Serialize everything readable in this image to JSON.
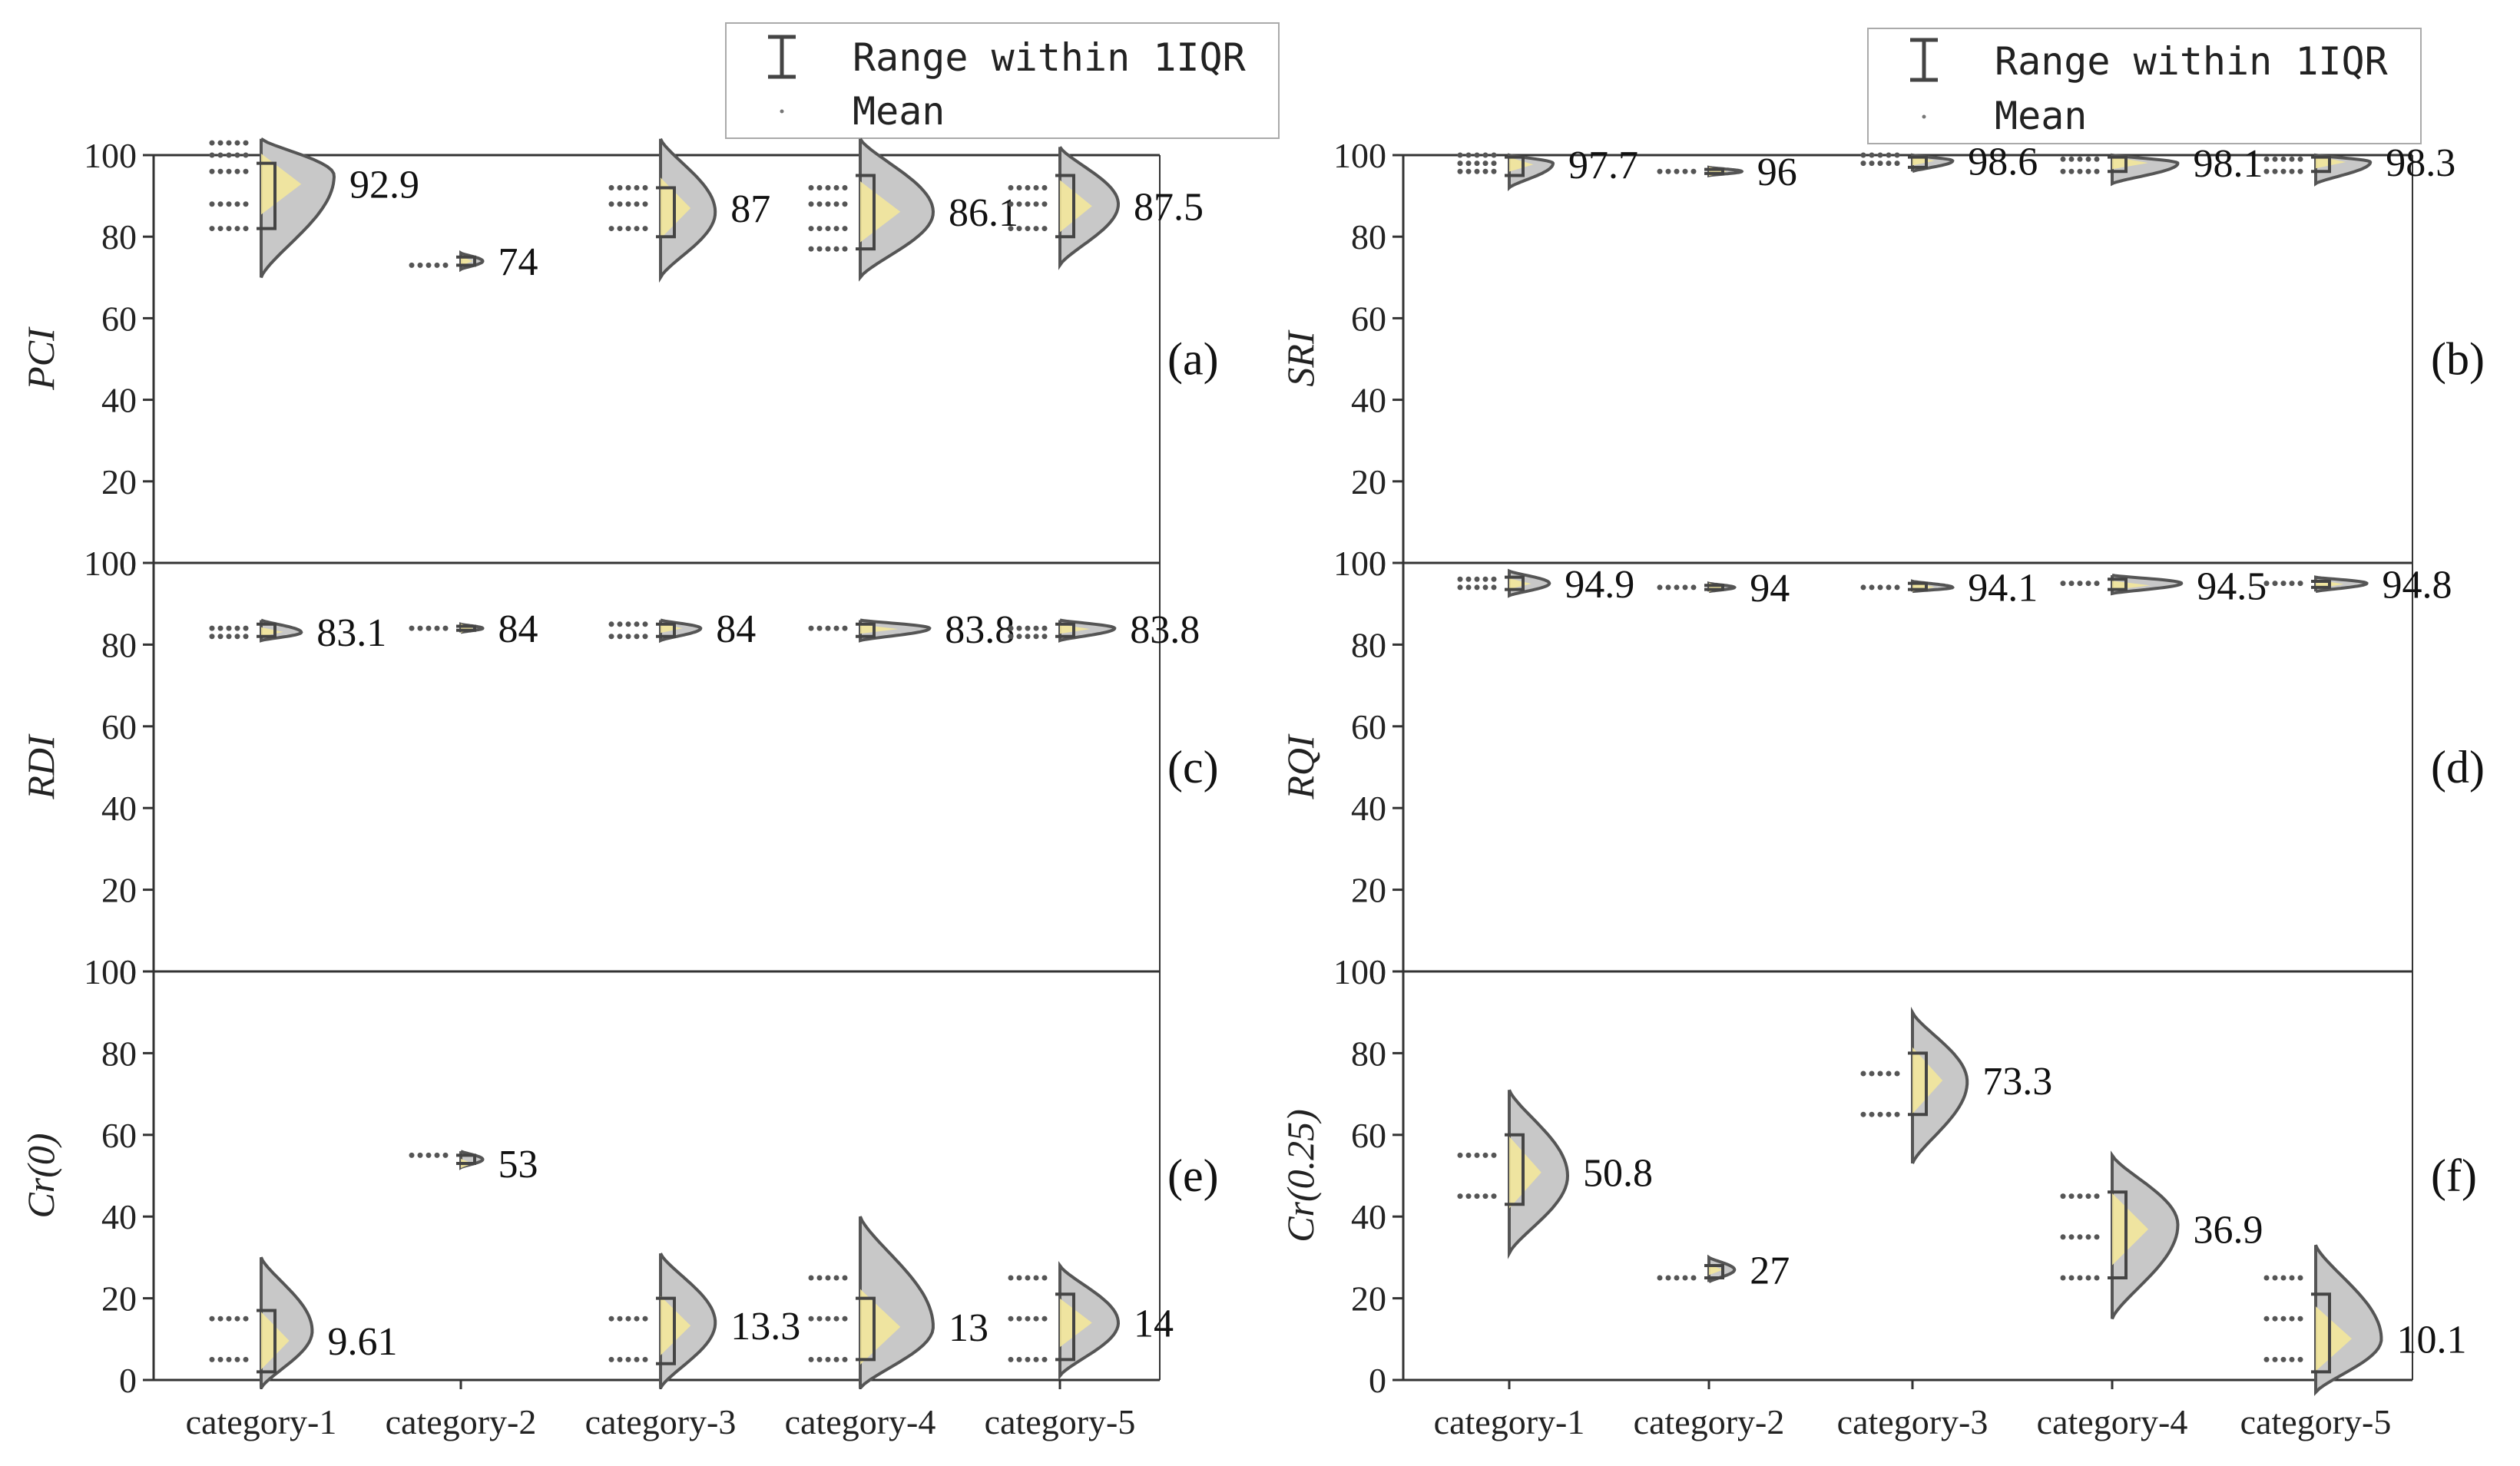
{
  "legend": {
    "range_label": "Range within 1IQR",
    "mean_label": "Mean"
  },
  "chart_data": [
    {
      "panel": "(a)",
      "type": "violin",
      "ylabel": "PCI",
      "ylim": [
        0,
        100
      ],
      "yticks": [
        "0",
        "20",
        "40",
        "60",
        "80",
        "100"
      ],
      "categories": [
        "category-1",
        "category-2",
        "category-3",
        "category-4",
        "category-5"
      ],
      "means": [
        92.9,
        74,
        87,
        86.1,
        87.5
      ],
      "mean_labels": [
        "92.9",
        "74",
        "87",
        "86.1",
        "87.5"
      ],
      "distributions": [
        {
          "min": 70,
          "max": 104,
          "q1": 82,
          "q3": 98,
          "mode": 95,
          "width": 1.0
        },
        {
          "min": 72,
          "max": 76,
          "q1": 73,
          "q3": 75,
          "mode": 74,
          "width": 0.3
        },
        {
          "min": 70,
          "max": 104,
          "q1": 80,
          "q3": 92,
          "mode": 86,
          "width": 0.75
        },
        {
          "min": 70,
          "max": 104,
          "q1": 77,
          "q3": 95,
          "mode": 86,
          "width": 1.0
        },
        {
          "min": 73,
          "max": 102,
          "q1": 80,
          "q3": 95,
          "mode": 88,
          "width": 0.8
        }
      ],
      "points": [
        [
          82,
          88,
          96,
          100,
          103
        ],
        [
          73
        ],
        [
          82,
          88,
          92
        ],
        [
          77,
          82,
          88,
          92
        ],
        [
          82,
          88,
          92
        ]
      ]
    },
    {
      "panel": "(b)",
      "type": "violin",
      "ylabel": "SRI",
      "ylim": [
        0,
        100
      ],
      "yticks": [
        "0",
        "20",
        "40",
        "60",
        "80",
        "100"
      ],
      "categories": [
        "category-1",
        "category-2",
        "category-3",
        "category-4",
        "category-5"
      ],
      "means": [
        97.7,
        96,
        98.6,
        98.1,
        98.3
      ],
      "mean_labels": [
        "97.7",
        "96",
        "98.6",
        "98.1",
        "98.3"
      ],
      "distributions": [
        {
          "min": 92,
          "max": 100,
          "q1": 95,
          "q3": 99.5,
          "mode": 98,
          "width": 0.6
        },
        {
          "min": 95,
          "max": 97,
          "q1": 95.5,
          "q3": 96.5,
          "mode": 96,
          "width": 0.45
        },
        {
          "min": 96,
          "max": 100,
          "q1": 97,
          "q3": 99.5,
          "mode": 98.6,
          "width": 0.55
        },
        {
          "min": 93,
          "max": 100,
          "q1": 96,
          "q3": 99.5,
          "mode": 98,
          "width": 0.9
        },
        {
          "min": 93,
          "max": 100,
          "q1": 96,
          "q3": 99.5,
          "mode": 98.3,
          "width": 0.75
        }
      ],
      "points": [
        [
          96,
          98,
          100
        ],
        [
          96
        ],
        [
          98,
          100
        ],
        [
          96,
          99
        ],
        [
          96,
          99
        ]
      ]
    },
    {
      "panel": "(c)",
      "type": "violin",
      "ylabel": "RDI",
      "ylim": [
        0,
        100
      ],
      "yticks": [
        "0",
        "20",
        "40",
        "60",
        "80",
        "100"
      ],
      "categories": [
        "category-1",
        "category-2",
        "category-3",
        "category-4",
        "category-5"
      ],
      "means": [
        83.1,
        84,
        84,
        83.8,
        83.8
      ],
      "mean_labels": [
        "83.1",
        "84",
        "84",
        "83.8",
        "83.8"
      ],
      "distributions": [
        {
          "min": 81,
          "max": 86,
          "q1": 82,
          "q3": 85,
          "mode": 83,
          "width": 0.55
        },
        {
          "min": 83,
          "max": 85,
          "q1": 83.5,
          "q3": 84.5,
          "mode": 84,
          "width": 0.3
        },
        {
          "min": 81,
          "max": 86,
          "q1": 82,
          "q3": 85,
          "mode": 84,
          "width": 0.55
        },
        {
          "min": 81,
          "max": 86,
          "q1": 82,
          "q3": 85,
          "mode": 84,
          "width": 0.95
        },
        {
          "min": 81,
          "max": 86,
          "q1": 82,
          "q3": 85,
          "mode": 84,
          "width": 0.75
        }
      ],
      "points": [
        [
          82,
          84
        ],
        [
          84
        ],
        [
          82,
          85
        ],
        [
          84
        ],
        [
          82,
          84
        ]
      ]
    },
    {
      "panel": "(d)",
      "type": "violin",
      "ylabel": "RQI",
      "ylim": [
        0,
        100
      ],
      "yticks": [
        "0",
        "20",
        "40",
        "60",
        "80",
        "100"
      ],
      "categories": [
        "category-1",
        "category-2",
        "category-3",
        "category-4",
        "category-5"
      ],
      "means": [
        94.9,
        94,
        94.1,
        94.5,
        94.8
      ],
      "mean_labels": [
        "94.9",
        "94",
        "94.1",
        "94.5",
        "94.8"
      ],
      "distributions": [
        {
          "min": 92,
          "max": 98,
          "q1": 93.5,
          "q3": 96.5,
          "mode": 95,
          "width": 0.55
        },
        {
          "min": 93,
          "max": 95,
          "q1": 93.5,
          "q3": 94.5,
          "mode": 94,
          "width": 0.35
        },
        {
          "min": 93,
          "max": 95.5,
          "q1": 93.5,
          "q3": 95,
          "mode": 94,
          "width": 0.55
        },
        {
          "min": 92.5,
          "max": 97,
          "q1": 93.5,
          "q3": 96,
          "mode": 95,
          "width": 0.95
        },
        {
          "min": 93,
          "max": 96.5,
          "q1": 94,
          "q3": 95.5,
          "mode": 95,
          "width": 0.7
        }
      ],
      "points": [
        [
          94,
          96
        ],
        [
          94
        ],
        [
          94
        ],
        [
          95
        ],
        [
          95
        ]
      ]
    },
    {
      "panel": "(e)",
      "type": "violin",
      "ylabel": "Cr(0)",
      "ylim": [
        0,
        100
      ],
      "yticks": [
        "0",
        "20",
        "40",
        "60",
        "80",
        "100"
      ],
      "categories": [
        "category-1",
        "category-2",
        "category-3",
        "category-4",
        "category-5"
      ],
      "means": [
        9.61,
        53,
        13.3,
        13,
        14
      ],
      "mean_labels": [
        "9.61",
        "53",
        "13.3",
        "13",
        "14"
      ],
      "distributions": [
        {
          "min": -2,
          "max": 30,
          "q1": 2,
          "q3": 17,
          "mode": 12,
          "width": 0.7
        },
        {
          "min": 52,
          "max": 56,
          "q1": 53,
          "q3": 55,
          "mode": 54,
          "width": 0.3
        },
        {
          "min": -2,
          "max": 31,
          "q1": 4,
          "q3": 20,
          "mode": 14,
          "width": 0.75
        },
        {
          "min": -2,
          "max": 40,
          "q1": 5,
          "q3": 20,
          "mode": 13,
          "width": 1.0
        },
        {
          "min": 1,
          "max": 28,
          "q1": 5,
          "q3": 21,
          "mode": 14,
          "width": 0.8
        }
      ],
      "points": [
        [
          5,
          15
        ],
        [
          55
        ],
        [
          5,
          15
        ],
        [
          5,
          15,
          25
        ],
        [
          5,
          15,
          25
        ]
      ]
    },
    {
      "panel": "(f)",
      "type": "violin",
      "ylabel": "Cr(0.25)",
      "ylim": [
        0,
        100
      ],
      "yticks": [
        "0",
        "20",
        "40",
        "60",
        "80",
        "100"
      ],
      "categories": [
        "category-1",
        "category-2",
        "category-3",
        "category-4",
        "category-5"
      ],
      "means": [
        50.8,
        27,
        73.3,
        36.9,
        10.1
      ],
      "mean_labels": [
        "50.8",
        "27",
        "73.3",
        "36.9",
        "10.1"
      ],
      "distributions": [
        {
          "min": 31,
          "max": 71,
          "q1": 43,
          "q3": 60,
          "mode": 50,
          "width": 0.8
        },
        {
          "min": 24,
          "max": 30,
          "q1": 25,
          "q3": 28,
          "mode": 27,
          "width": 0.35
        },
        {
          "min": 53,
          "max": 90,
          "q1": 65,
          "q3": 80,
          "mode": 73,
          "width": 0.75
        },
        {
          "min": 15,
          "max": 55,
          "q1": 25,
          "q3": 46,
          "mode": 38,
          "width": 0.9
        },
        {
          "min": -3,
          "max": 33,
          "q1": 2,
          "q3": 21,
          "mode": 10,
          "width": 0.9
        }
      ],
      "points": [
        [
          45,
          55
        ],
        [
          25
        ],
        [
          65,
          75
        ],
        [
          25,
          35,
          45
        ],
        [
          5,
          15,
          25
        ]
      ]
    }
  ],
  "colors": {
    "violin_fill": "#c8c8c8",
    "violin_stroke": "#555555",
    "mean_fill": "#f3e79b",
    "range_stroke": "#444444",
    "point": "#555555",
    "axis": "#333333"
  }
}
